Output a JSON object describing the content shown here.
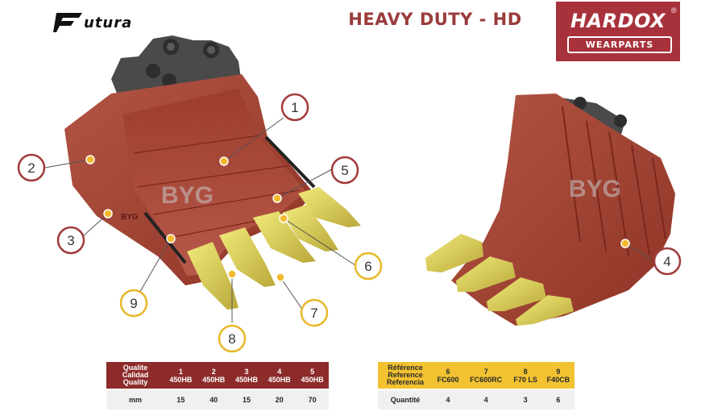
{
  "logo": {
    "text": "utura",
    "icon": "futura-f-logo"
  },
  "title": "HEAVY DUTY - HD",
  "badge": {
    "brand": "HARDOX",
    "registered": "®",
    "subtitle": "WEARPARTS"
  },
  "watermark": "BYG",
  "callouts": [
    "1",
    "2",
    "3",
    "4",
    "5",
    "6",
    "7",
    "8",
    "9"
  ],
  "colors": {
    "maroon": "#8d2b2b",
    "yellow": "#f2c231",
    "steel": "#a7473a",
    "hardox": "#a8323c"
  },
  "quality_table": {
    "header_label": [
      "Qualite",
      "Calidad",
      "Quality"
    ],
    "numbers": [
      "1",
      "2",
      "3",
      "4",
      "5"
    ],
    "grades": [
      "450HB",
      "450HB",
      "450HB",
      "450HB",
      "450HB"
    ],
    "row_label": "mm",
    "values": [
      "15",
      "40",
      "15",
      "20",
      "70"
    ]
  },
  "reference_table": {
    "header_label": [
      "Référence",
      "Reference",
      "Referencia"
    ],
    "numbers": [
      "6",
      "7",
      "8",
      "9"
    ],
    "refs": [
      "FC600",
      "FC600RC",
      "F70 LS",
      "F40CB"
    ],
    "row_label": "Quantité",
    "values": [
      "4",
      "4",
      "3",
      "6"
    ]
  }
}
